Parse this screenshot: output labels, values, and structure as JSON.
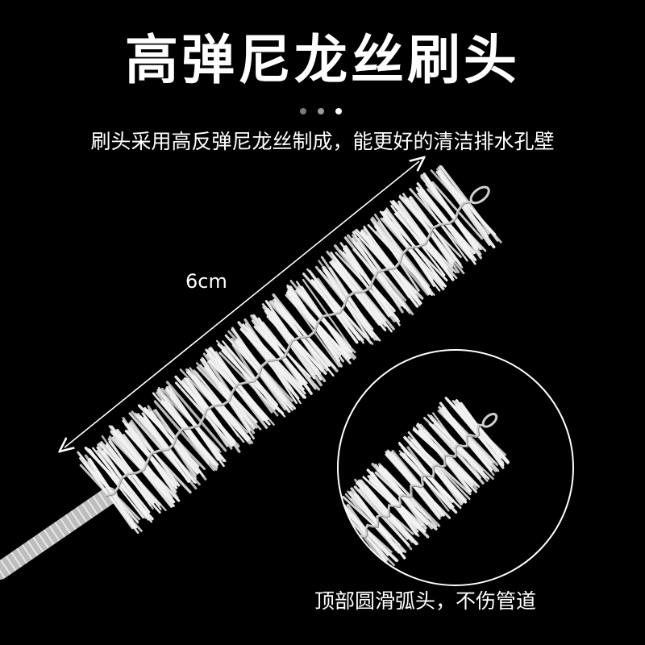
{
  "title": "高弹尼龙丝刷头",
  "subtitle": "刷头采用高反弹尼龙丝制成，能更好的清洁排水孔壁",
  "length_label": "6cm",
  "caption": "顶部圆滑弧头，不伤管道",
  "dots": [
    {
      "color": "#7a7a7a"
    },
    {
      "color": "#9a9a9a"
    },
    {
      "color": "#ffffff"
    }
  ],
  "colors": {
    "background": "#000000",
    "bristle": "#f2f2f2",
    "wire": "#cfcfcf",
    "text": "#ffffff"
  }
}
